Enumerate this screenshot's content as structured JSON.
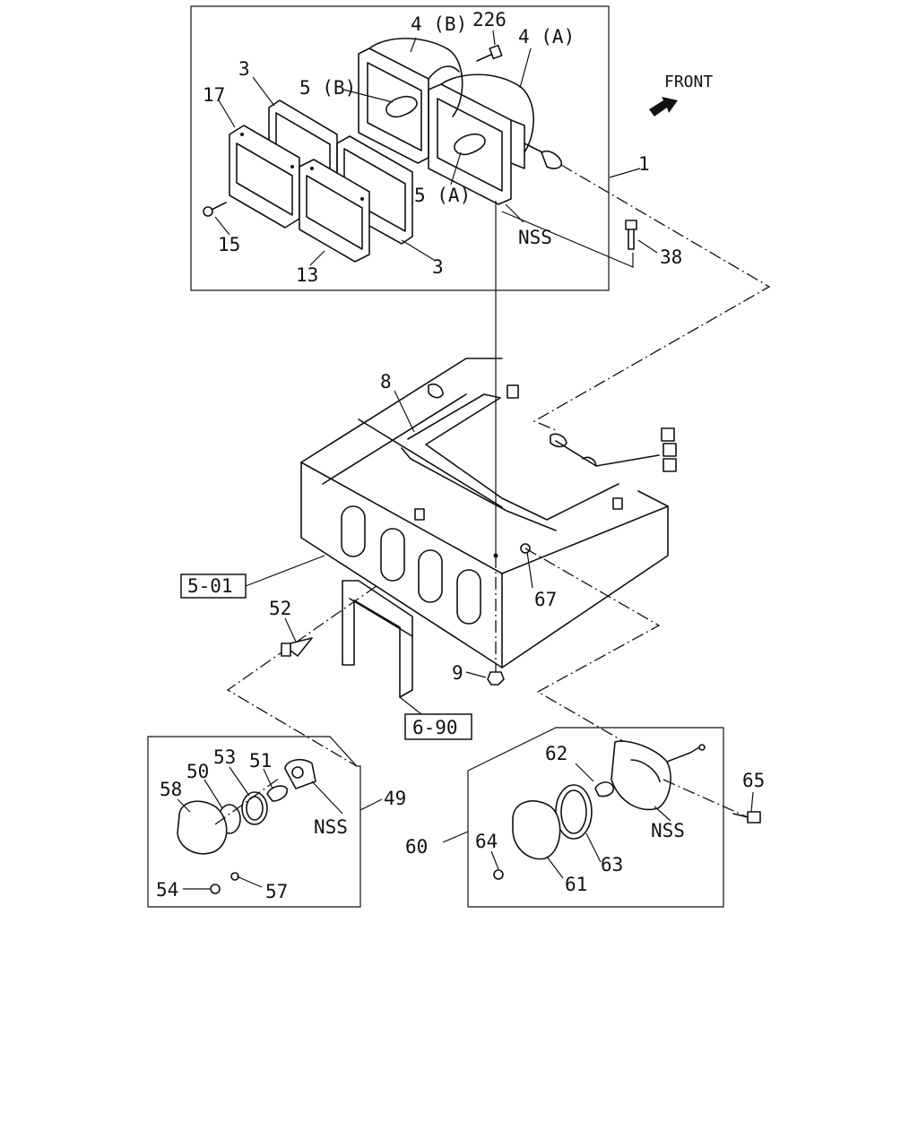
{
  "front": "FRONT",
  "callouts": {
    "c1": "1",
    "c3a": "3",
    "c3b": "3",
    "c4a": "4 (A)",
    "c4b": "4 (B)",
    "c5a": "5 (A)",
    "c5b": "5 (B)",
    "c8": "8",
    "c9": "9",
    "c13": "13",
    "c15": "15",
    "c17": "17",
    "c38": "38",
    "c49": "49",
    "c50": "50",
    "c51": "51",
    "c52": "52",
    "c53": "53",
    "c54": "54",
    "c57": "57",
    "c58": "58",
    "c60": "60",
    "c61": "61",
    "c62": "62",
    "c63": "63",
    "c64": "64",
    "c65": "65",
    "c67": "67",
    "c226": "226",
    "nss1": "NSS",
    "nss2": "NSS",
    "nss3": "NSS"
  },
  "refs": {
    "r501": "5-01",
    "r690": "6-90"
  }
}
